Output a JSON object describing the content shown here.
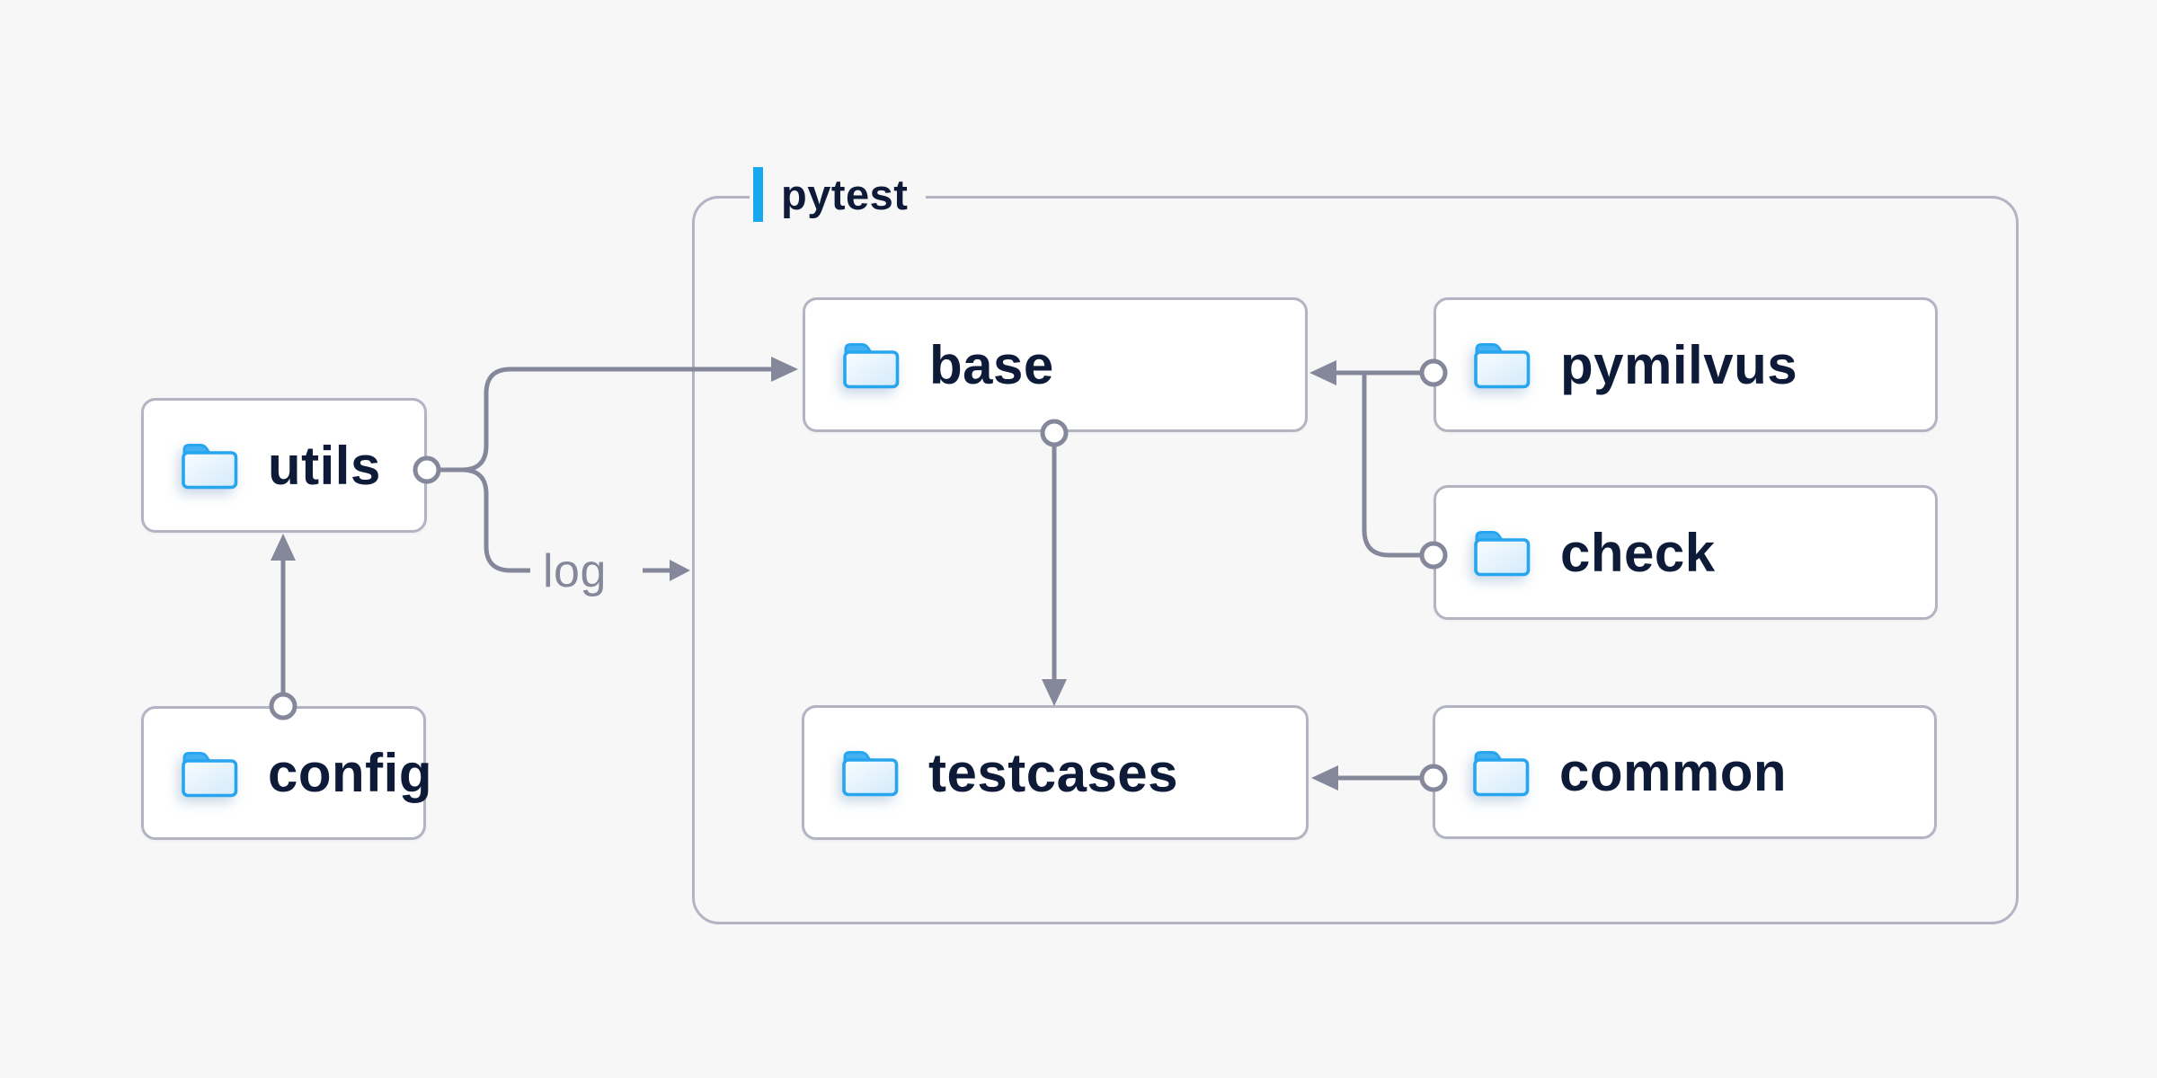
{
  "container": {
    "label": "pytest"
  },
  "log_edge_label": "log",
  "nodes": [
    {
      "id": "utils",
      "label": "utils",
      "icon": "folder"
    },
    {
      "id": "config",
      "label": "config",
      "icon": "folder"
    },
    {
      "id": "base",
      "label": "base",
      "icon": "folder"
    },
    {
      "id": "pymilvus",
      "label": "pymilvus",
      "icon": "folder"
    },
    {
      "id": "check",
      "label": "check",
      "icon": "folder"
    },
    {
      "id": "testcases",
      "label": "testcases",
      "icon": "folder"
    },
    {
      "id": "common",
      "label": "common",
      "icon": "folder"
    }
  ],
  "edges": [
    {
      "from": "utils",
      "to": "base"
    },
    {
      "from": "utils",
      "to": "log",
      "label": "log"
    },
    {
      "from": "config",
      "to": "utils"
    },
    {
      "from": "base",
      "to": "testcases"
    },
    {
      "from": "pymilvus",
      "to": "base"
    },
    {
      "from": "check",
      "to": "base"
    },
    {
      "from": "common",
      "to": "testcases"
    }
  ],
  "colors": {
    "background": "#f7f7f8",
    "node_fill": "#ffffff",
    "node_border": "#b2b4c2",
    "container_border": "#b2b4c2",
    "connector_gray": "#84889a",
    "accent_blue": "#18a8ee",
    "folder_blue": "#29a7f0",
    "label_navy": "#0e1b38",
    "log_text_gray": "#84889a"
  }
}
